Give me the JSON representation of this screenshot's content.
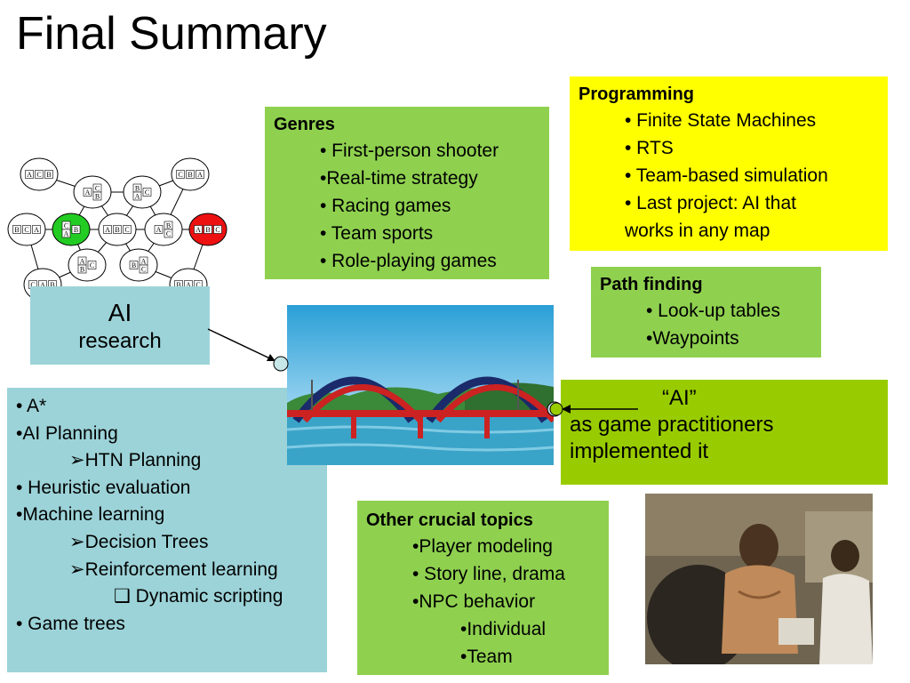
{
  "title": "Final Summary",
  "genres": {
    "heading": "Genres",
    "items": [
      "• First-person shooter",
      "•Real-time strategy",
      "• Racing games",
      "• Team sports",
      "• Role-playing games"
    ]
  },
  "programming": {
    "heading": "Programming",
    "items": [
      "• Finite State Machines",
      "• RTS",
      "• Team-based simulation",
      "• Last project: AI that",
      "works in any map"
    ]
  },
  "path_finding": {
    "heading": "Path finding",
    "items": [
      "• Look-up tables",
      "•Waypoints"
    ]
  },
  "ai_research": {
    "line1": "AI",
    "line2": "research"
  },
  "game_ai": {
    "line1": "“AI”",
    "line2": "as game practitioners",
    "line3": "implemented it"
  },
  "research_topics": {
    "items": [
      "• A*",
      "•AI Planning",
      "➢HTN Planning",
      "• Heuristic evaluation",
      "•Machine learning",
      "➢Decision Trees",
      "➢Reinforcement learning",
      "❑ Dynamic scripting",
      "• Game trees"
    ]
  },
  "other_topics": {
    "heading": "Other crucial topics",
    "items": [
      "•Player modeling",
      "• Story line, drama",
      "•NPC behavior",
      "•Individual",
      "•Team"
    ]
  },
  "state_graph": {
    "nodes": [
      {
        "stacks": [
          [
            "A"
          ],
          [
            "C"
          ],
          [
            "B"
          ]
        ],
        "color": "#ffffff"
      },
      {
        "stacks": [
          [
            "A"
          ],
          [
            "C",
            "B"
          ]
        ],
        "color": "#ffffff"
      },
      {
        "stacks": [
          [
            "B",
            "A"
          ],
          [
            "C"
          ]
        ],
        "color": "#ffffff"
      },
      {
        "stacks": [
          [
            "C"
          ],
          [
            "B"
          ],
          [
            "A"
          ]
        ],
        "color": "#ffffff"
      },
      {
        "stacks": [
          [
            "B"
          ],
          [
            "C"
          ],
          [
            "A"
          ]
        ],
        "color": "#ffffff"
      },
      {
        "stacks": [
          [
            "C",
            "A"
          ],
          [
            "B"
          ]
        ],
        "color": "#22cc22"
      },
      {
        "stacks": [
          [
            "A"
          ],
          [
            "B"
          ],
          [
            "C"
          ]
        ],
        "color": "#ffffff"
      },
      {
        "stacks": [
          [
            "A"
          ],
          [
            "B",
            "C"
          ]
        ],
        "color": "#ffffff"
      },
      {
        "stacks": [
          [
            "A"
          ],
          [
            "B"
          ],
          [
            "C"
          ]
        ],
        "color": "#ee1111"
      },
      {
        "stacks": [
          [
            "A",
            "B"
          ],
          [
            "C"
          ]
        ],
        "color": "#ffffff"
      },
      {
        "stacks": [
          [
            "B"
          ],
          [
            "A",
            "C"
          ]
        ],
        "color": "#ffffff"
      },
      {
        "stacks": [
          [
            "C"
          ],
          [
            "A"
          ],
          [
            "B"
          ]
        ],
        "color": "#ffffff"
      },
      {
        "stacks": [
          [
            "B"
          ],
          [
            "A"
          ],
          [
            "C"
          ]
        ],
        "color": "#ffffff"
      }
    ]
  },
  "colors": {
    "genres_bg": "#8fd14f",
    "programming_bg": "#ffff00",
    "research_bg": "#9cd3d8",
    "game_ai_bg": "#99cc00"
  }
}
